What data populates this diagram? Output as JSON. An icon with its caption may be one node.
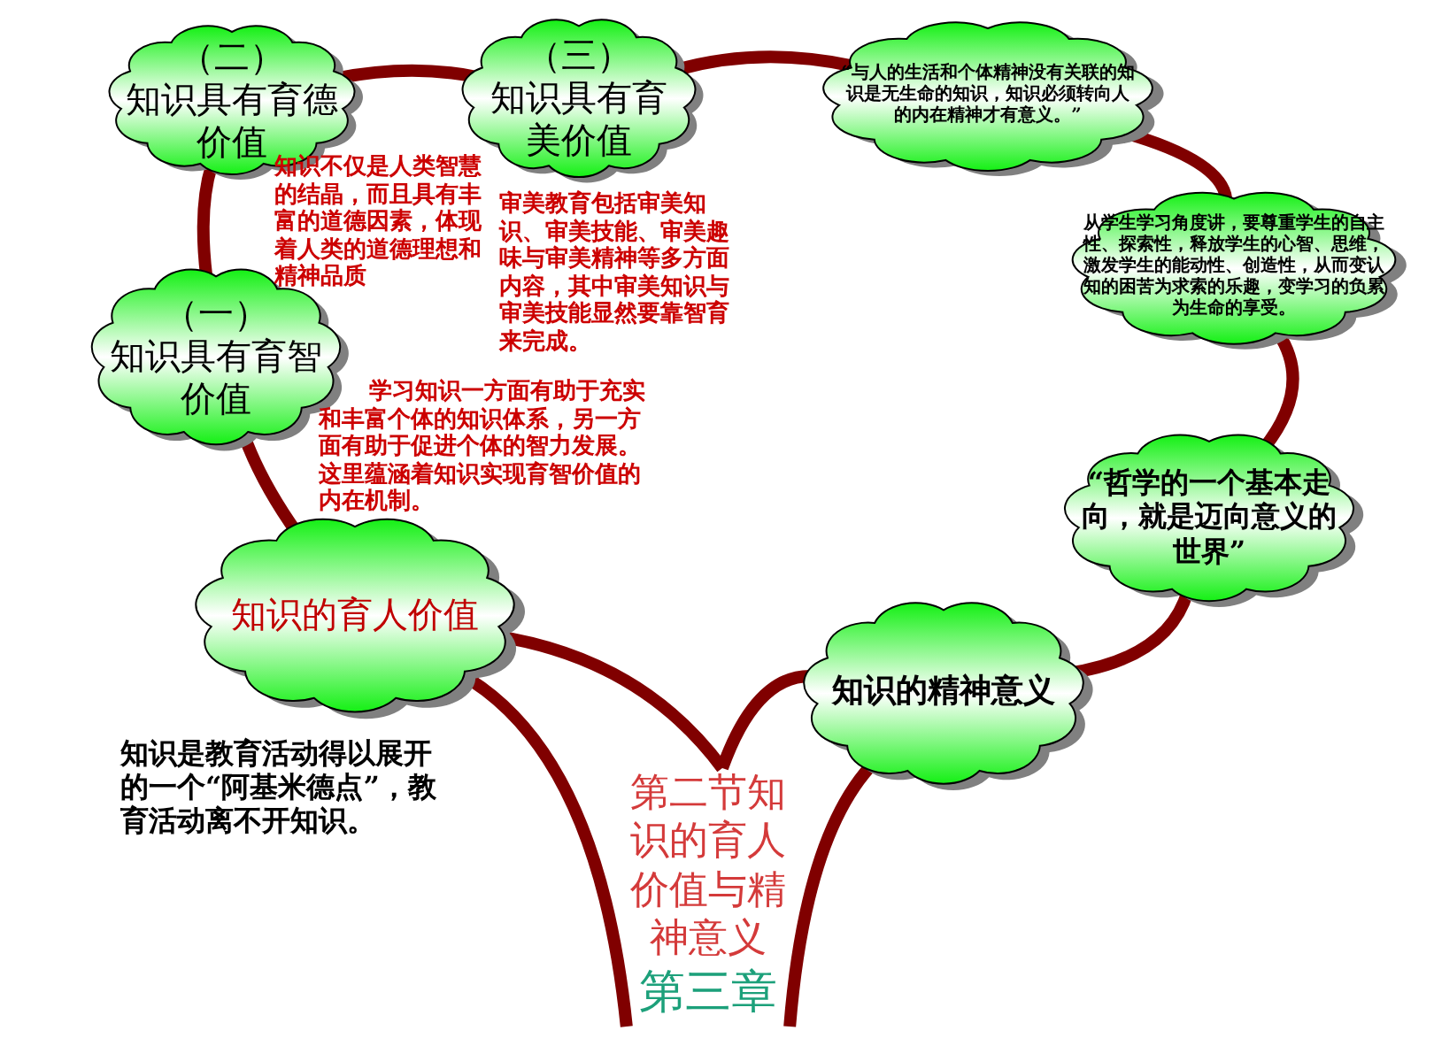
{
  "diagram": {
    "nodes": [
      {
        "text": [
          "第二节知识的育人价值与精神意义",
          "第三章"
        ]
      },
      {
        "text": [
          "知识的育人价值"
        ],
        "beside": [
          "知识是教育活动得以展开的一个“阿基米德点”，教育活动离不开知识。"
        ]
      },
      {
        "text": [
          "（一）",
          "知识具有育智价值"
        ],
        "beside": [
          "学习知识一方面有助于充实和丰富个体的知识体系，另一方面有助于促进个体的智力发展。这里蕴涵着知识实现育智价值的内在机制。"
        ]
      },
      {
        "text": [
          "（二）",
          "知识具有育德价值"
        ],
        "beside": [
          "知识不仅是人类智慧的结晶，而且具有丰富的道德因素，体现着人类的道德理想和精神品质"
        ]
      },
      {
        "text": [
          "（三）",
          "知识具有育美价值"
        ],
        "beside": [
          "审美教育包括审美知识、审美技能、审美趣味与审美精神等多方面内容，其中审美知识与审美技能显然要靠智育来完成。"
        ]
      },
      {
        "text": [
          "“与人的生活和个体精神没有关联的知识是无生命的知识，知识必须转向人的内在精神才有意义。”"
        ]
      },
      {
        "text": [
          "从学生学习角度讲，要尊重学生的自主性、探索性，释放学生的心智、思维，激发学生的能动性、创造性，从而变认知的困苦为求索的乐趣，变学习的负累为生命的享受。"
        ]
      },
      {
        "text": [
          "“哲学的一个基本走向，就是迈向意义的世界”"
        ]
      },
      {
        "text": [
          "知识的精神意义"
        ]
      }
    ],
    "edges": [
      {
        "from": 0,
        "to": 1,
        "arrow": "none"
      },
      {
        "from": 0,
        "to": 8,
        "arrow": "none"
      },
      {
        "from": 0,
        "to": 1,
        "arrow": "none"
      },
      {
        "from": 0,
        "to": 8,
        "arrow": "none"
      },
      {
        "from": 1,
        "to": 2,
        "arrow": "none"
      },
      {
        "from": 2,
        "to": 3,
        "arrow": "none"
      },
      {
        "from": 3,
        "to": 4,
        "arrow": "none"
      },
      {
        "from": 4,
        "to": 5,
        "arrow": "none"
      },
      {
        "from": 5,
        "to": 6,
        "arrow": "none"
      },
      {
        "from": 6,
        "to": 7,
        "arrow": "none"
      },
      {
        "from": 7,
        "to": 8,
        "arrow": "none"
      }
    ]
  }
}
